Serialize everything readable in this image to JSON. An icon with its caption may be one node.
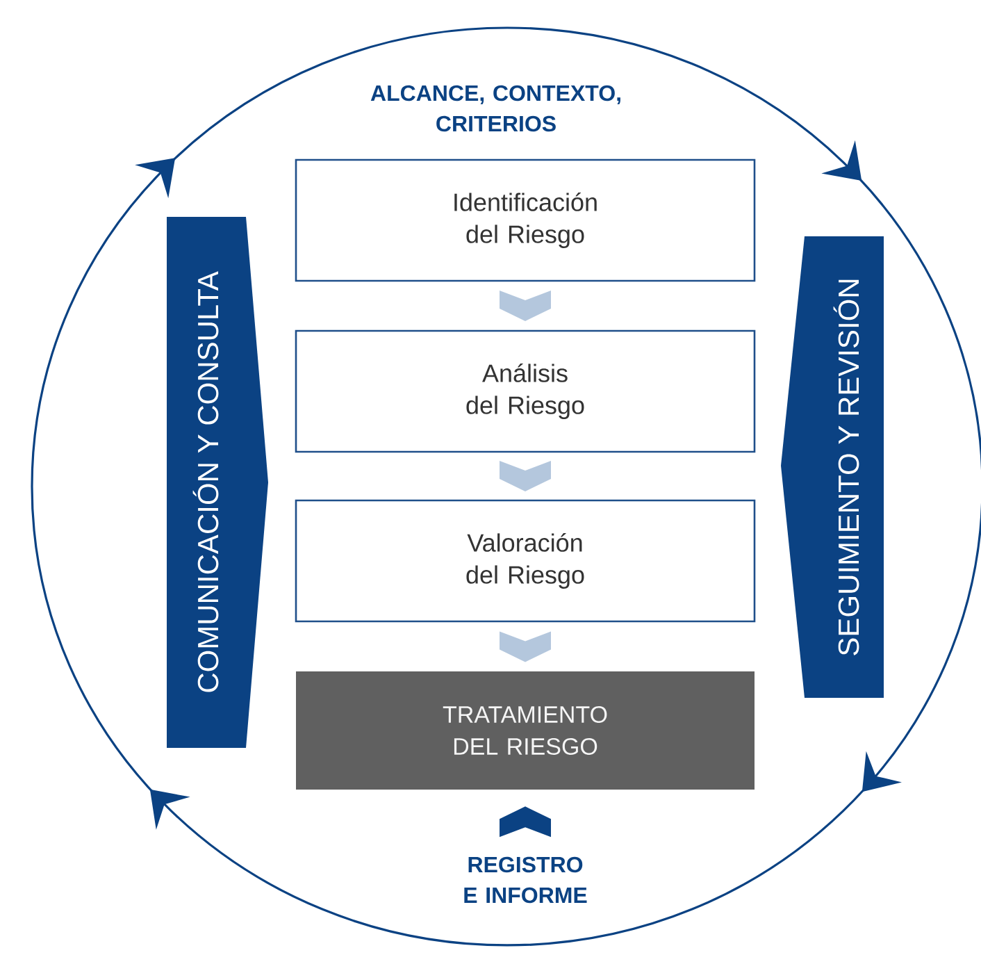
{
  "diagram": {
    "nodes": [
      {
        "text": [
          "Identificación del Riesgo"
        ]
      },
      {
        "text": [
          "Análisis del Riesgo"
        ]
      },
      {
        "text": [
          "Valoración del Riesgo"
        ]
      },
      {
        "text": [
          "TRATAMIENTO DEL RIESGO"
        ]
      },
      {
        "text": [
          "COMUNICACIÓN Y CONSULTA"
        ]
      },
      {
        "text": [
          "SEGUIMIENTO Y REVISIÓN"
        ]
      },
      {
        "text": [
          "REGISTRO E INFORME"
        ]
      }
    ],
    "edges": [
      {
        "from": 0,
        "to": 1,
        "arrow": "to"
      },
      {
        "from": 1,
        "to": 2,
        "arrow": "to"
      },
      {
        "from": 2,
        "to": 3,
        "arrow": "to"
      },
      {
        "from": 6,
        "to": 3,
        "arrow": "to",
        "color": "#0b4283"
      }
    ],
    "labels": [
      "ALCANCE, CONTEXTO, CRITERIOS"
    ]
  }
}
